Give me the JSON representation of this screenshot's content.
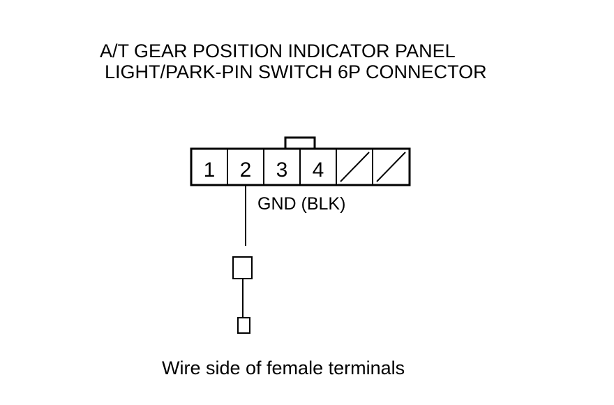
{
  "title": {
    "line1": "A/T GEAR POSITION INDICATOR PANEL",
    "line2": "LIGHT/PARK-PIN SWITCH 6P CONNECTOR"
  },
  "connector": {
    "cavities": [
      "1",
      "2",
      "3",
      "4",
      "",
      ""
    ],
    "empty_cavities": [
      5,
      6
    ]
  },
  "wire_label": "GND (BLK)",
  "caption": "Wire side of female terminals"
}
